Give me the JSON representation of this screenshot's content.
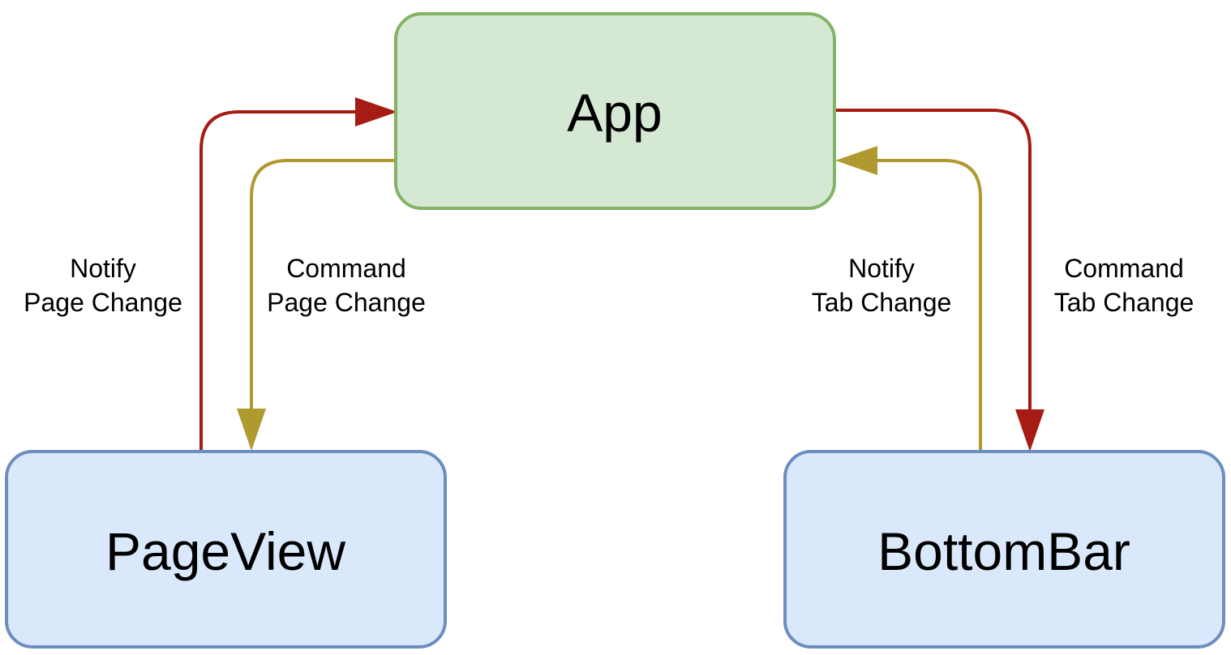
{
  "nodes": {
    "app": {
      "label": "App",
      "fill": "#d5e8d4",
      "stroke": "#82b366"
    },
    "pageview": {
      "label": "PageView",
      "fill": "#dae8fc",
      "stroke": "#6c8ebf"
    },
    "bottombar": {
      "label": "BottomBar",
      "fill": "#dae8fc",
      "stroke": "#6c8ebf"
    }
  },
  "edges": {
    "notify_page": {
      "line1": "Notify",
      "line2": "Page Change",
      "color": "#a61c14"
    },
    "command_page": {
      "line1": "Command",
      "line2": "Page Change",
      "color": "#b0992f"
    },
    "notify_tab": {
      "line1": "Notify",
      "line2": "Tab Change",
      "color": "#b0992f"
    },
    "command_tab": {
      "line1": "Command",
      "line2": "Tab Change",
      "color": "#a61c14"
    }
  }
}
